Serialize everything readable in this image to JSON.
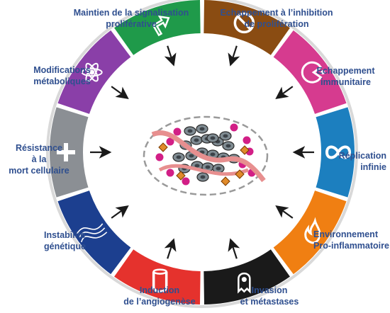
{
  "hallmarks": [
    {
      "id": "signalisation",
      "lines": [
        "Maintien de la signalisation",
        "proliférative"
      ],
      "color": "#1f9a4a",
      "icon": "arrow-icon"
    },
    {
      "id": "inhibition",
      "lines": [
        "Echappement à l’inhibition",
        "de prolifération"
      ],
      "color": "#8a4c12",
      "icon": "no-entry-icon"
    },
    {
      "id": "immunitaire",
      "lines": [
        "Echappement",
        "immunitaire"
      ],
      "color": "#d63b8f",
      "icon": "pacman-icon"
    },
    {
      "id": "replication",
      "lines": [
        "Réplication",
        "infinie"
      ],
      "color": "#1c7fbf",
      "icon": "infinity-icon"
    },
    {
      "id": "inflammation",
      "lines": [
        "Environnement",
        "Pro-inflammatoire"
      ],
      "color": "#f07f12",
      "icon": "flame-icon"
    },
    {
      "id": "invasion",
      "lines": [
        "Invasion",
        "et métastases"
      ],
      "color": "#1a1a1a",
      "icon": "cell-icon"
    },
    {
      "id": "angiogenese",
      "lines": [
        "Induction",
        "de l’angiogenèse"
      ],
      "color": "#e5322d",
      "icon": "vessel-icon"
    },
    {
      "id": "genetique",
      "lines": [
        "Instabilité",
        "génétique"
      ],
      "color": "#1c3f8f",
      "icon": "chromosome-icon"
    },
    {
      "id": "mort",
      "lines": [
        "Résistance",
        "à la",
        "mort cellulaire"
      ],
      "color": "#8b8f94",
      "icon": "cross-icon"
    },
    {
      "id": "metabolique",
      "lines": [
        "Modifications",
        "métaboliques"
      ],
      "color": "#8a3fa8",
      "icon": "atom-icon"
    }
  ],
  "colors": {
    "text": "#2f4f8f",
    "ring_inner": "#ffffff",
    "ring_outer_rim": "#d9d9d9"
  }
}
